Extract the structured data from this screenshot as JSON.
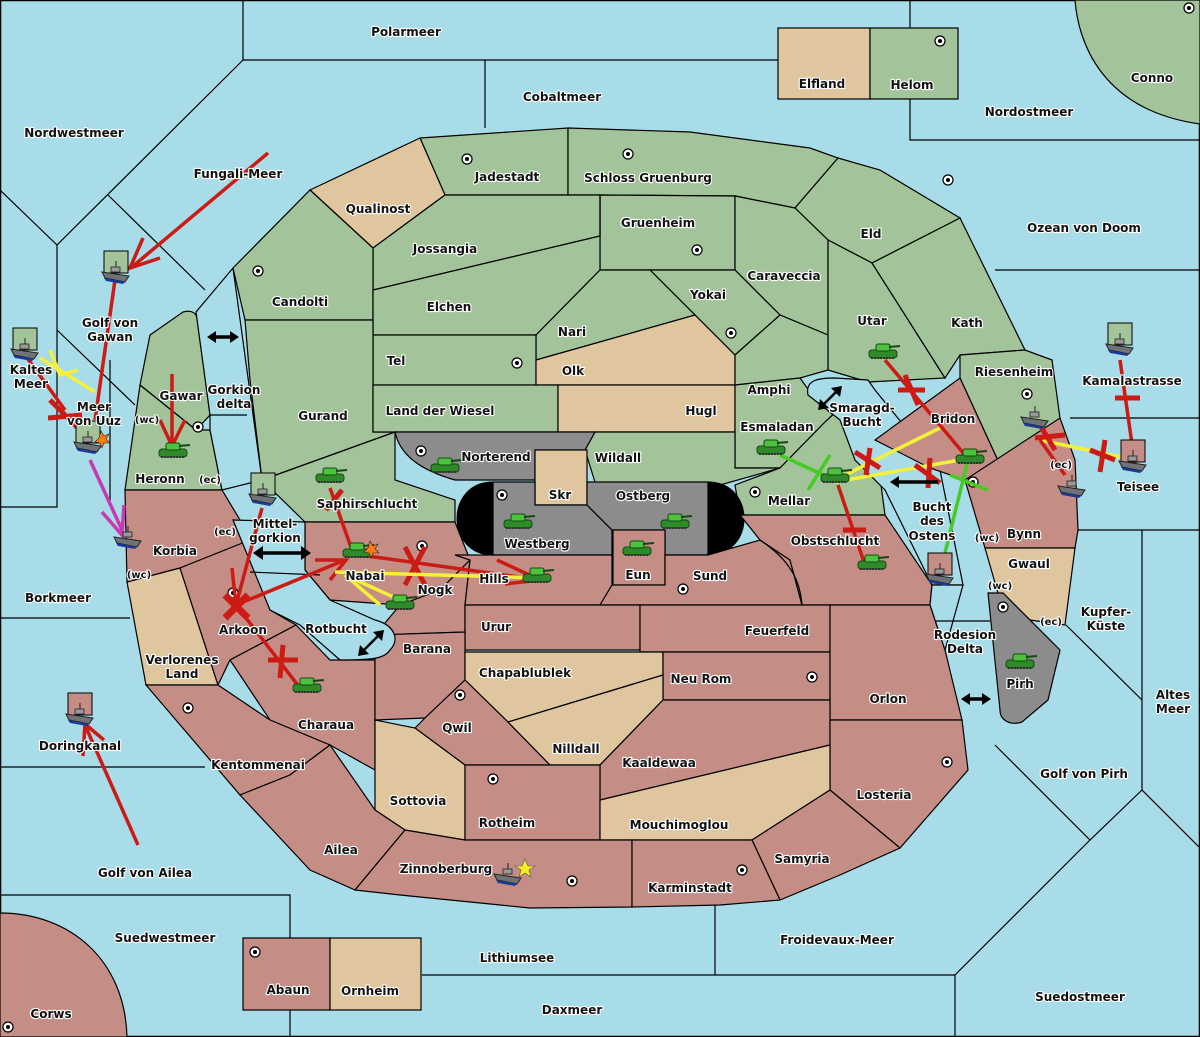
{
  "map": {
    "colors": {
      "sea": "#a8dce8",
      "power_green": "#a3c49a",
      "power_red": "#c48e86",
      "neutral": "#e0c69f",
      "impassable": "#8c8c8c",
      "move_order": "#cc1a14",
      "support_order": "#f5f03a",
      "convoy_order": "#c838b0",
      "hold_support": "#44cc22",
      "failed_marker": "#cc1a14"
    },
    "sea_regions": [
      "Polarmeer",
      "Cobaltmeer",
      "Nordwestmeer",
      "Fungali-Meer",
      "Golf von Gawan",
      "Kaltes Meer",
      "Meer von Uuz",
      "Nordostmeer",
      "Ozean von Doom",
      "Kamalastrasse",
      "Teisee",
      "Kupfer-Küste",
      "Altes Meer",
      "Golf von Pirh",
      "Suedostmeer",
      "Froidevaux-Meer",
      "Daxmeer",
      "Lithiumsee",
      "Suedwestmeer",
      "Golf von Ailea",
      "Doringkanal",
      "Borkmeer",
      "Gorkion delta",
      "Mittel-gorkion",
      "Rotbucht",
      "Smaragd-Bucht",
      "Bucht des Ostens",
      "Rodesion Delta"
    ],
    "labels": [
      {
        "id": "polarmeer",
        "text": "Polarmeer"
      },
      {
        "id": "cobaltmeer",
        "text": "Cobaltmeer"
      },
      {
        "id": "nordwestmeer",
        "text": "Nordwestmeer"
      },
      {
        "id": "fungali",
        "text": "Fungali-Meer"
      },
      {
        "id": "golf-gawan-1",
        "text": "Golf von"
      },
      {
        "id": "golf-gawan-2",
        "text": "Gawan"
      },
      {
        "id": "kaltes-1",
        "text": "Kaltes"
      },
      {
        "id": "kaltes-2",
        "text": "Meer"
      },
      {
        "id": "uuz-1",
        "text": "Meer"
      },
      {
        "id": "uuz-2",
        "text": "von Uuz"
      },
      {
        "id": "elfland",
        "text": "Elfland"
      },
      {
        "id": "helom",
        "text": "Helom"
      },
      {
        "id": "conno",
        "text": "Conno"
      },
      {
        "id": "nordostmeer",
        "text": "Nordostmeer"
      },
      {
        "id": "ozean",
        "text": "Ozean von Doom"
      },
      {
        "id": "jadestadt",
        "text": "Jadestadt"
      },
      {
        "id": "schloss",
        "text": "Schloss Gruenburg"
      },
      {
        "id": "qualinost",
        "text": "Qualinost"
      },
      {
        "id": "gruenheim",
        "text": "Gruenheim"
      },
      {
        "id": "eld",
        "text": "Eld"
      },
      {
        "id": "jossangia",
        "text": "Jossangia"
      },
      {
        "id": "caraveccia",
        "text": "Caraveccia"
      },
      {
        "id": "candolti",
        "text": "Candolti"
      },
      {
        "id": "elchen",
        "text": "Elchen"
      },
      {
        "id": "yokai",
        "text": "Yokai"
      },
      {
        "id": "utar",
        "text": "Utar"
      },
      {
        "id": "kath",
        "text": "Kath"
      },
      {
        "id": "nari",
        "text": "Nari"
      },
      {
        "id": "tel",
        "text": "Tel"
      },
      {
        "id": "olk",
        "text": "Olk"
      },
      {
        "id": "amphi",
        "text": "Amphi"
      },
      {
        "id": "riesenheim",
        "text": "Riesenheim"
      },
      {
        "id": "kamalastrasse",
        "text": "Kamalastrasse"
      },
      {
        "id": "gawar",
        "text": "Gawar"
      },
      {
        "id": "gorkion-1",
        "text": "Gorkion"
      },
      {
        "id": "gorkion-2",
        "text": "delta"
      },
      {
        "id": "gurand",
        "text": "Gurand"
      },
      {
        "id": "wiesel",
        "text": "Land der Wiesel"
      },
      {
        "id": "hugl",
        "text": "Hugl"
      },
      {
        "id": "smaragd-1",
        "text": "Smaragd-"
      },
      {
        "id": "smaragd-2",
        "text": "Bucht"
      },
      {
        "id": "bridon",
        "text": "Bridon"
      },
      {
        "id": "esmaladan",
        "text": "Esmaladan"
      },
      {
        "id": "norterend",
        "text": "Norterend"
      },
      {
        "id": "wildall",
        "text": "Wildall"
      },
      {
        "id": "heronn",
        "text": "Heronn"
      },
      {
        "id": "skr",
        "text": "Skr"
      },
      {
        "id": "ostberg",
        "text": "Ostberg"
      },
      {
        "id": "mellar",
        "text": "Mellar"
      },
      {
        "id": "teisee",
        "text": "Teisee"
      },
      {
        "id": "saphir",
        "text": "Saphirschlucht"
      },
      {
        "id": "bucht-1",
        "text": "Bucht"
      },
      {
        "id": "bucht-2",
        "text": "des"
      },
      {
        "id": "bucht-3",
        "text": "Ostens"
      },
      {
        "id": "mittel-1",
        "text": "Mittel-"
      },
      {
        "id": "mittel-2",
        "text": "gorkion"
      },
      {
        "id": "westberg",
        "text": "Westberg"
      },
      {
        "id": "obstschlucht",
        "text": "Obstschlucht"
      },
      {
        "id": "bynn",
        "text": "Bynn"
      },
      {
        "id": "korbia",
        "text": "Korbia"
      },
      {
        "id": "nabai",
        "text": "Nabai"
      },
      {
        "id": "hills",
        "text": "Hills"
      },
      {
        "id": "eun",
        "text": "Eun"
      },
      {
        "id": "sund",
        "text": "Sund"
      },
      {
        "id": "gwaul",
        "text": "Gwaul"
      },
      {
        "id": "nogk",
        "text": "Nogk"
      },
      {
        "id": "borkmeer",
        "text": "Borkmeer"
      },
      {
        "id": "kupfer-1",
        "text": "Kupfer-"
      },
      {
        "id": "kupfer-2",
        "text": "Küste"
      },
      {
        "id": "arkoon",
        "text": "Arkoon"
      },
      {
        "id": "urur",
        "text": "Urur"
      },
      {
        "id": "feuerfeld",
        "text": "Feuerfeld"
      },
      {
        "id": "rotbucht",
        "text": "Rotbucht"
      },
      {
        "id": "rodesion-1",
        "text": "Rodesion"
      },
      {
        "id": "rodesion-2",
        "text": "Delta"
      },
      {
        "id": "barana",
        "text": "Barana"
      },
      {
        "id": "verlorenes-1",
        "text": "Verlorenes"
      },
      {
        "id": "verlorenes-2",
        "text": "Land"
      },
      {
        "id": "chapablublek",
        "text": "Chapablublek"
      },
      {
        "id": "neurom",
        "text": "Neu Rom"
      },
      {
        "id": "pirh",
        "text": "Pirh"
      },
      {
        "id": "orlon",
        "text": "Orlon"
      },
      {
        "id": "altes-1",
        "text": "Altes"
      },
      {
        "id": "altes-2",
        "text": "Meer"
      },
      {
        "id": "doringkanal",
        "text": "Doringkanal"
      },
      {
        "id": "charaua",
        "text": "Charaua"
      },
      {
        "id": "qwil",
        "text": "Qwil"
      },
      {
        "id": "nilldall",
        "text": "Nilldall"
      },
      {
        "id": "kentommenai",
        "text": "Kentommenai"
      },
      {
        "id": "kaaldewaa",
        "text": "Kaaldewaa"
      },
      {
        "id": "golf-pirh",
        "text": "Golf von Pirh"
      },
      {
        "id": "losteria",
        "text": "Losteria"
      },
      {
        "id": "sottovia",
        "text": "Sottovia"
      },
      {
        "id": "rotheim",
        "text": "Rotheim"
      },
      {
        "id": "mouchimoglou",
        "text": "Mouchimoglou"
      },
      {
        "id": "ailea",
        "text": "Ailea"
      },
      {
        "id": "samyria",
        "text": "Samyria"
      },
      {
        "id": "golf-ailea",
        "text": "Golf von Ailea"
      },
      {
        "id": "zinnoberburg",
        "text": "Zinnoberburg"
      },
      {
        "id": "karminstadt",
        "text": "Karminstadt"
      },
      {
        "id": "suedwestmeer",
        "text": "Suedwestmeer"
      },
      {
        "id": "froidevaux",
        "text": "Froidevaux-Meer"
      },
      {
        "id": "lithiumsee",
        "text": "Lithiumsee"
      },
      {
        "id": "abaun",
        "text": "Abaun"
      },
      {
        "id": "ornheim",
        "text": "Ornheim"
      },
      {
        "id": "suedostmeer",
        "text": "Suedostmeer"
      },
      {
        "id": "daxmeer",
        "text": "Daxmeer"
      },
      {
        "id": "corws",
        "text": "Corws"
      }
    ],
    "coast_tags": {
      "wc": "(wc)",
      "ec": "(ec)"
    },
    "units": [
      {
        "type": "fleet",
        "location": "Golf von Gawan",
        "owner": "green"
      },
      {
        "type": "fleet",
        "location": "Kaltes Meer",
        "owner": "green"
      },
      {
        "type": "fleet",
        "location": "Meer von Uuz",
        "owner": "green",
        "dislodged": true
      },
      {
        "type": "fleet",
        "location": "Korbia (wc)",
        "owner": "neutral"
      },
      {
        "type": "army",
        "location": "Gawar",
        "owner": "green"
      },
      {
        "type": "fleet",
        "location": "Mittel-gorkion",
        "owner": "green"
      },
      {
        "type": "army",
        "location": "Saphirschlucht",
        "owner": "green"
      },
      {
        "type": "army",
        "location": "Nabai",
        "owner": "green",
        "dislodged": true
      },
      {
        "type": "army",
        "location": "Nogk",
        "owner": "green"
      },
      {
        "type": "army",
        "location": "Hills",
        "owner": "green"
      },
      {
        "type": "army",
        "location": "Norterend",
        "owner": "green"
      },
      {
        "type": "army",
        "location": "Westberg",
        "owner": "green"
      },
      {
        "type": "army",
        "location": "Ostberg",
        "owner": "green"
      },
      {
        "type": "army",
        "location": "Eun",
        "owner": "green"
      },
      {
        "type": "army",
        "location": "Charaua",
        "owner": "green"
      },
      {
        "type": "fleet",
        "location": "Doringkanal",
        "owner": "red"
      },
      {
        "type": "army",
        "location": "Utar",
        "owner": "green"
      },
      {
        "type": "army",
        "location": "Esmaladan",
        "owner": "green"
      },
      {
        "type": "army",
        "location": "Mellar",
        "owner": "green"
      },
      {
        "type": "army",
        "location": "Bridon",
        "owner": "green"
      },
      {
        "type": "army",
        "location": "Obstschlucht",
        "owner": "green"
      },
      {
        "type": "fleet",
        "location": "Bucht des Ostens",
        "owner": "red"
      },
      {
        "type": "fleet",
        "location": "Riesenheim",
        "owner": "neutral"
      },
      {
        "type": "fleet",
        "location": "Bynn (ec)",
        "owner": "neutral"
      },
      {
        "type": "fleet",
        "location": "Kamalastrasse",
        "owner": "green"
      },
      {
        "type": "fleet",
        "location": "Teisee",
        "owner": "red"
      },
      {
        "type": "army",
        "location": "Pirh",
        "owner": "green"
      },
      {
        "type": "fleet",
        "location": "Zinnoberburg",
        "owner": "neutral",
        "built": true
      }
    ]
  }
}
